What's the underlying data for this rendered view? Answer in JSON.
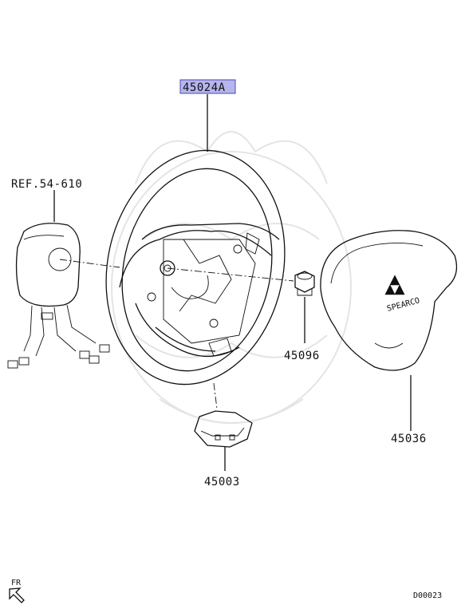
{
  "diagram": {
    "callouts": [
      {
        "id": "steering-wheel",
        "text": "45024A",
        "highlighted": true
      },
      {
        "id": "clock-spring-ref",
        "text": "REF.54-610",
        "highlighted": false
      },
      {
        "id": "nut",
        "text": "45096",
        "highlighted": false
      },
      {
        "id": "airbag-module",
        "text": "45036",
        "highlighted": false
      },
      {
        "id": "lower-cover",
        "text": "45003",
        "highlighted": false
      }
    ],
    "direction_label": "FR",
    "diagram_code": "D00023",
    "highlight_color": "#b7b4ee"
  }
}
